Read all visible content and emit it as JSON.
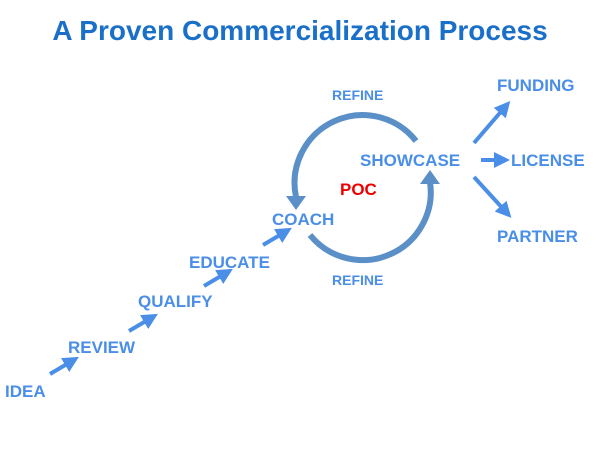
{
  "title": "A Proven Commercialization Process",
  "steps": {
    "idea": "IDEA",
    "review": "REVIEW",
    "qualify": "QUALIFY",
    "educate": "EDUCATE",
    "coach": "COACH",
    "showcase": "SHOWCASE"
  },
  "cycle": {
    "center": "POC",
    "top_label": "REFINE",
    "bottom_label": "REFINE"
  },
  "outcomes": {
    "funding": "FUNDING",
    "license": "LICENSE",
    "partner": "PARTNER"
  },
  "colors": {
    "title": "#1a70c8",
    "step": "#4a8ee8",
    "poc": "#ee0000",
    "cycle_arrow": "#5a8fc8"
  }
}
